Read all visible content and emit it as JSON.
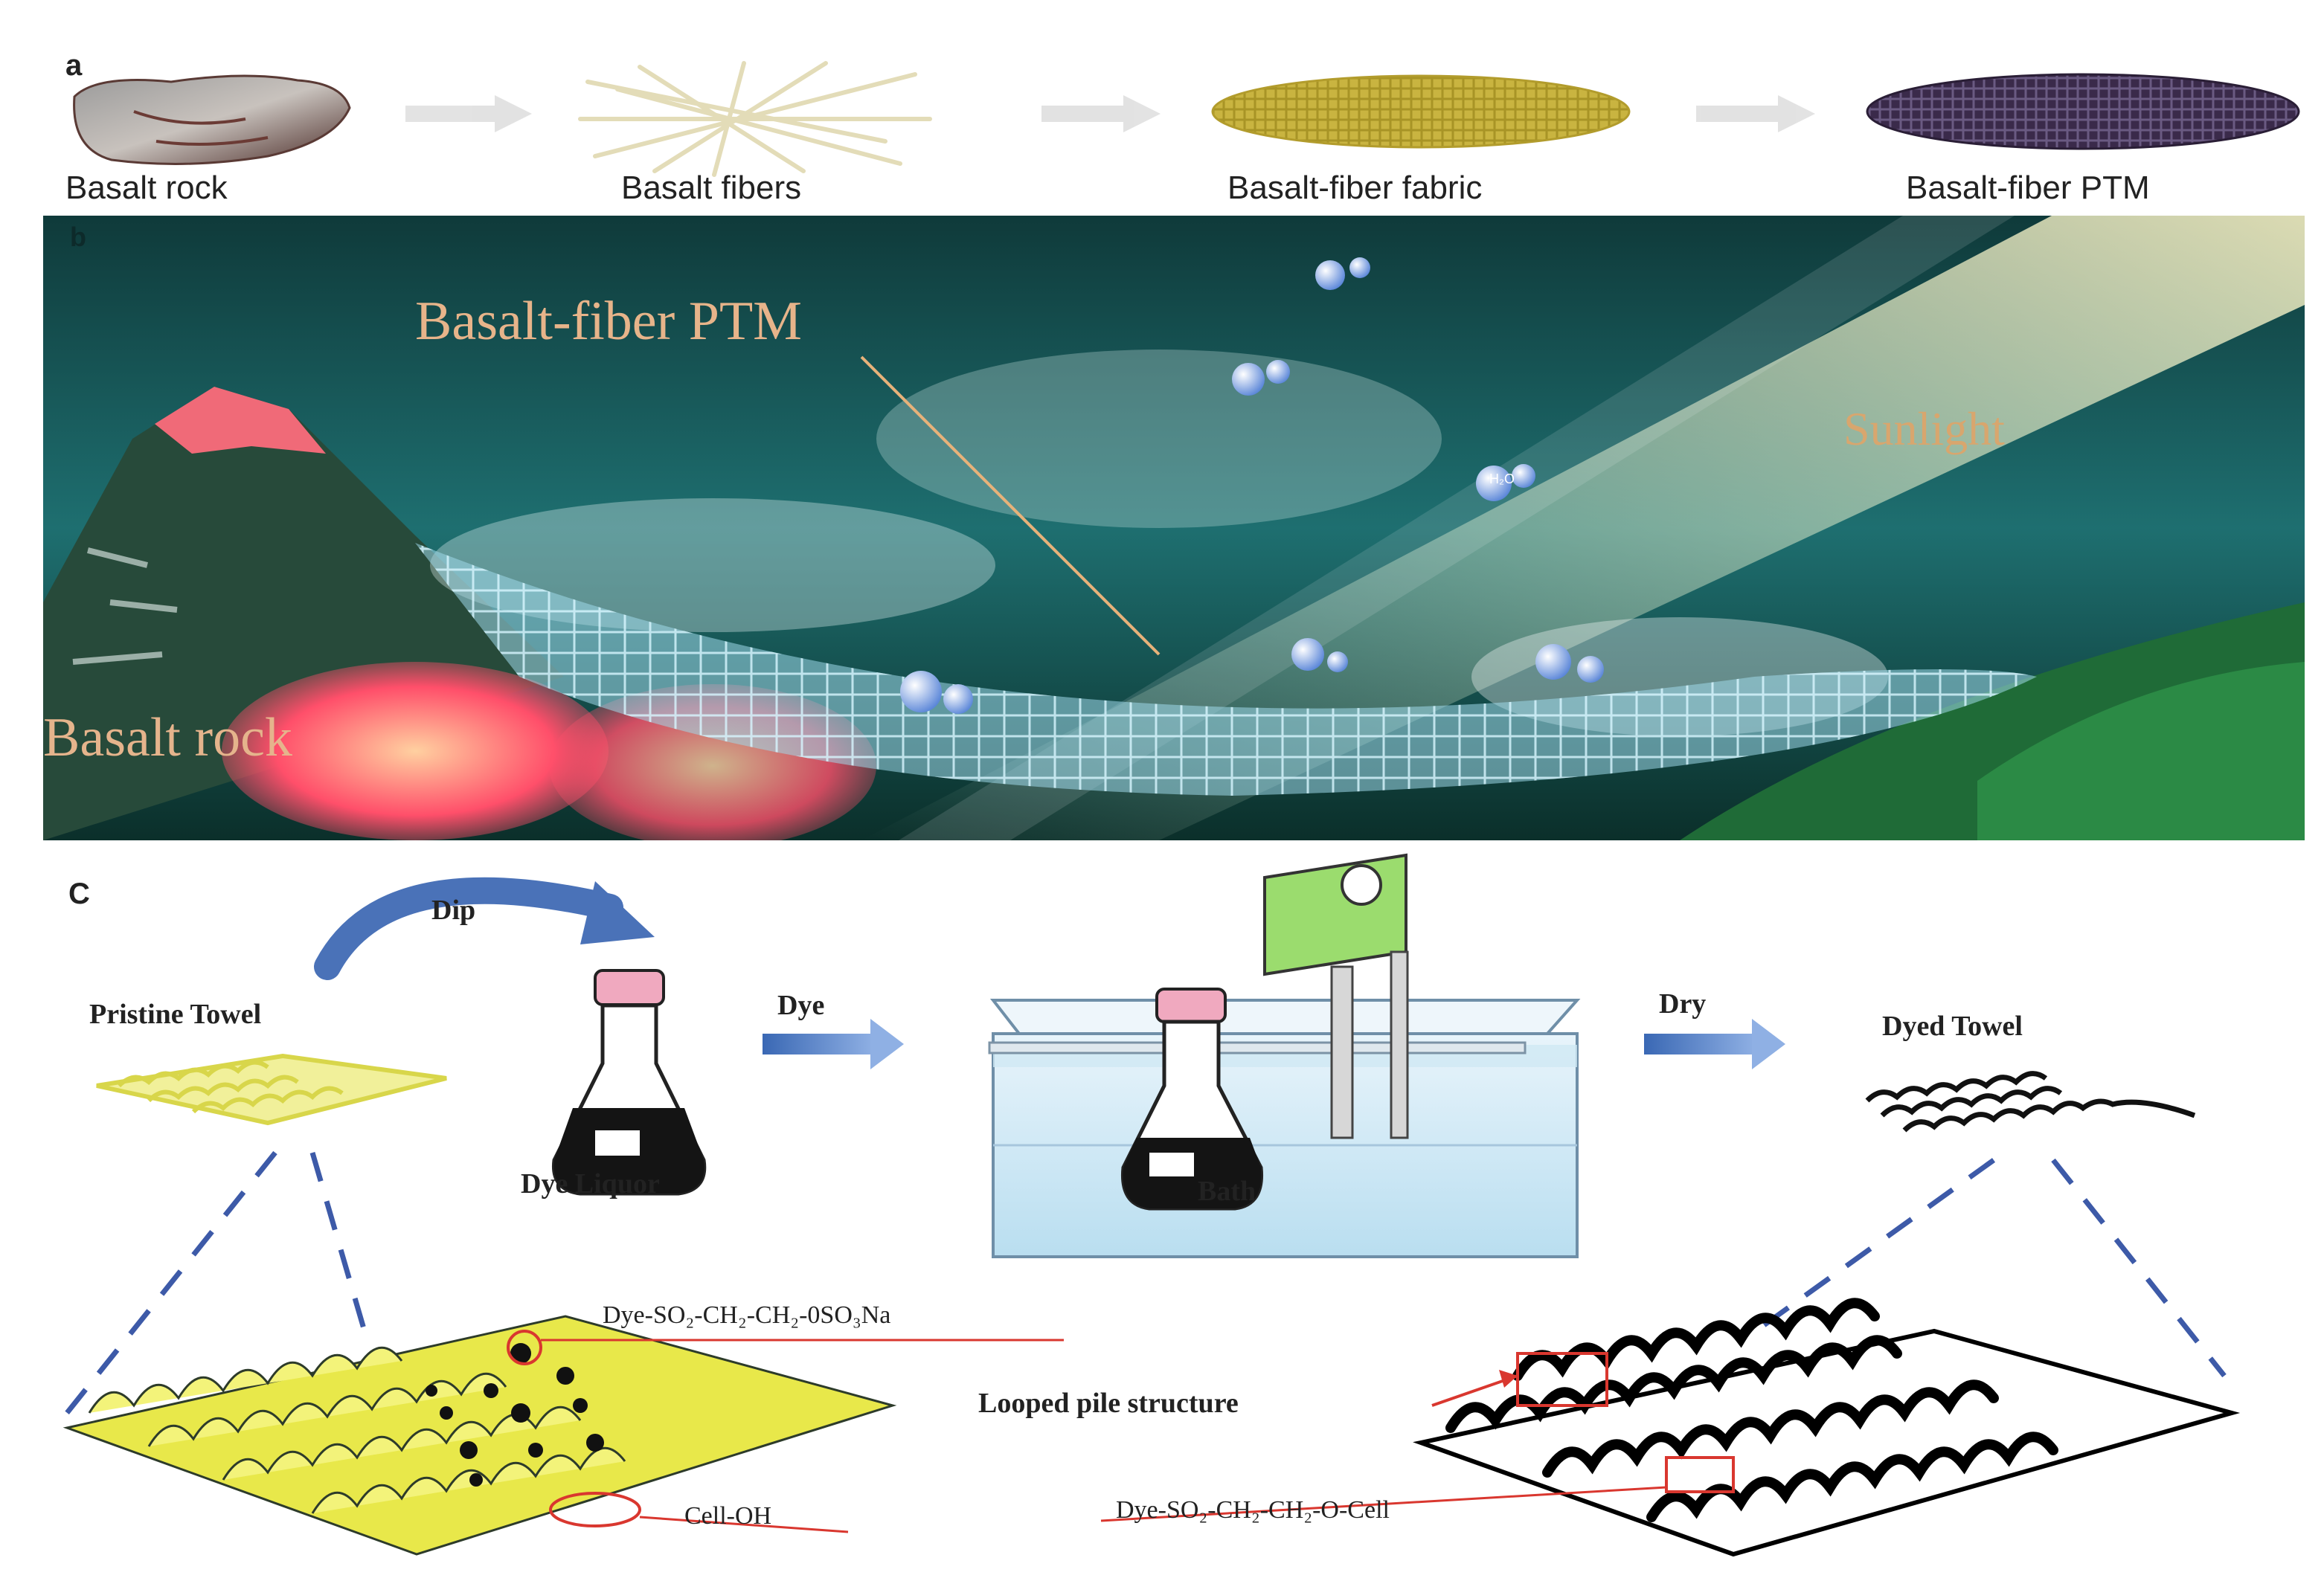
{
  "panel_a": {
    "letter": "a",
    "stages": [
      {
        "label": "Basalt rock"
      },
      {
        "label": "Basalt fibers"
      },
      {
        "label": "Basalt-fiber fabric"
      },
      {
        "label": "Basalt-fiber PTM"
      }
    ]
  },
  "panel_b": {
    "letter": "b",
    "label_ptm": "Basalt-fiber PTM",
    "label_sunlight": "Sunlight",
    "label_rock": "Basalt rock",
    "molecule": "H₂O"
  },
  "panel_c": {
    "letter": "C",
    "dip": "Dip",
    "pristine_towel": "Pristine Towel",
    "dye_liquor": "Dye Liquor",
    "dye": "Dye",
    "bath": "Bath",
    "dry": "Dry",
    "dyed_towel": "Dyed Towel",
    "reactive_dye": "Dye-SO₂-CH₂-CH₂-0SO₃Na",
    "cell_oh": "Cell-OH",
    "looped_pile": "Looped pile structure",
    "bonded_dye": "Dye-SO₂-CH₂-CH₂-O-Cell"
  },
  "colors": {
    "arrow_blue": "#4a72b8",
    "towel_yellow": "#e8e84a",
    "scene_teal": "#1d6b6e"
  }
}
